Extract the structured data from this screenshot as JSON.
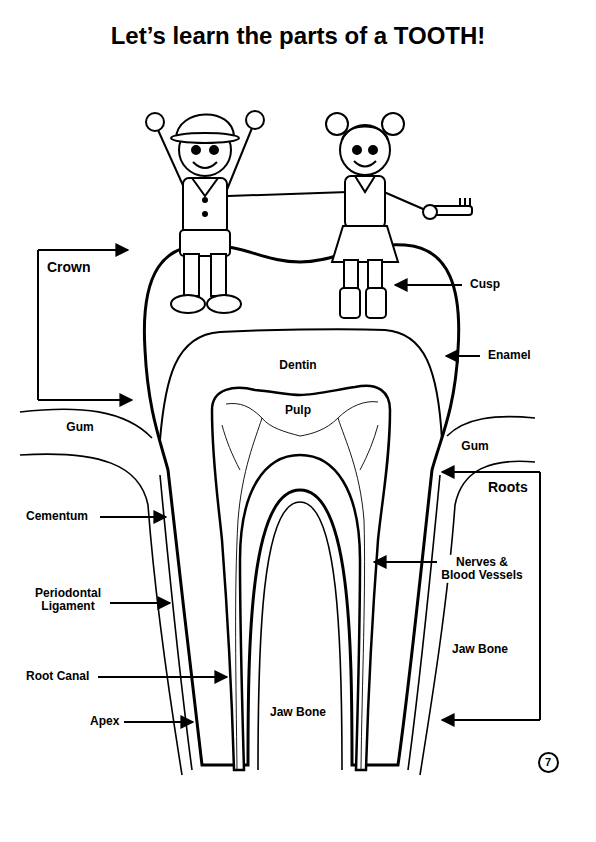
{
  "diagram": {
    "title": "Let’s learn the parts of a TOOTH!",
    "nodes": [
      {
        "text": [
          "7"
        ]
      }
    ],
    "labels": [
      "Crown",
      "Cusp",
      "Dentin",
      "Enamel",
      "Pulp",
      "Gum",
      "Gum",
      "Roots",
      "Cementum",
      "Nerves & Blood Vessels",
      "Periodontal Ligament",
      "Jaw Bone",
      "Root Canal",
      "Jaw Bone",
      "Apex"
    ]
  }
}
